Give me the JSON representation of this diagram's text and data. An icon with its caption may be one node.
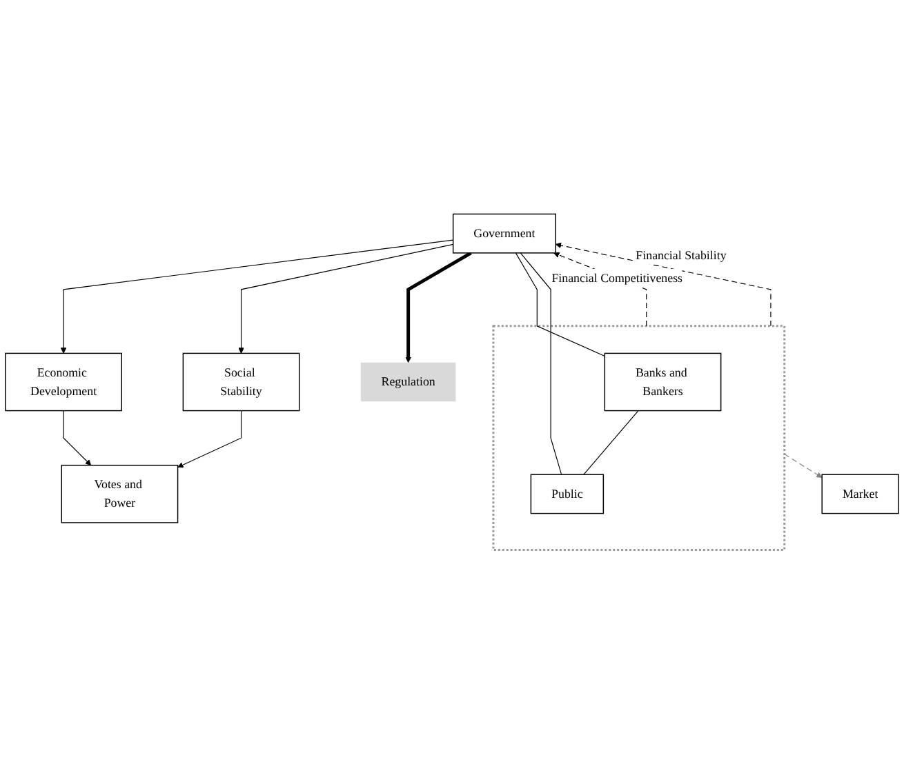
{
  "diagram": {
    "nodes": [
      {
        "text": [
          "Votes and Power"
        ]
      },
      {
        "text": [
          "Economic Development"
        ]
      },
      {
        "text": [
          "Government"
        ]
      },
      {
        "text": [
          "Social Stability"
        ]
      },
      {
        "text": [],
        "shape": "box"
      },
      {
        "text": [
          "Regulation"
        ]
      },
      {
        "text": [
          "Banks and Bankers"
        ],
        "in": 4
      },
      {
        "text": [
          "Public"
        ],
        "in": 4
      },
      {
        "text": [
          "Market"
        ]
      }
    ],
    "edges": [
      {
        "from": 1,
        "to": 0,
        "arrow": "to"
      },
      {
        "from": 3,
        "to": 0,
        "arrow": "to"
      },
      {
        "from": 2,
        "to": 1,
        "arrow": "to"
      },
      {
        "from": 2,
        "to": 3,
        "arrow": "to"
      },
      {
        "from": 2,
        "to": 5,
        "arrow": "to",
        "style": "thick"
      },
      {
        "from": 2,
        "to": 6,
        "arrow": "none"
      },
      {
        "from": 2,
        "to": 7,
        "arrow": "none"
      },
      {
        "from": 6,
        "to": 7,
        "arrow": "none"
      },
      {
        "from": 4,
        "to": 2,
        "arrow": "to",
        "style": "dashed",
        "label": "Financial Competitiveness"
      },
      {
        "from": 4,
        "to": 2,
        "arrow": "to",
        "style": "dashed",
        "label": "Financial Stability"
      },
      {
        "from": 4,
        "to": 8,
        "arrow": "to",
        "style": "dashed",
        "color": "#808080"
      }
    ]
  }
}
